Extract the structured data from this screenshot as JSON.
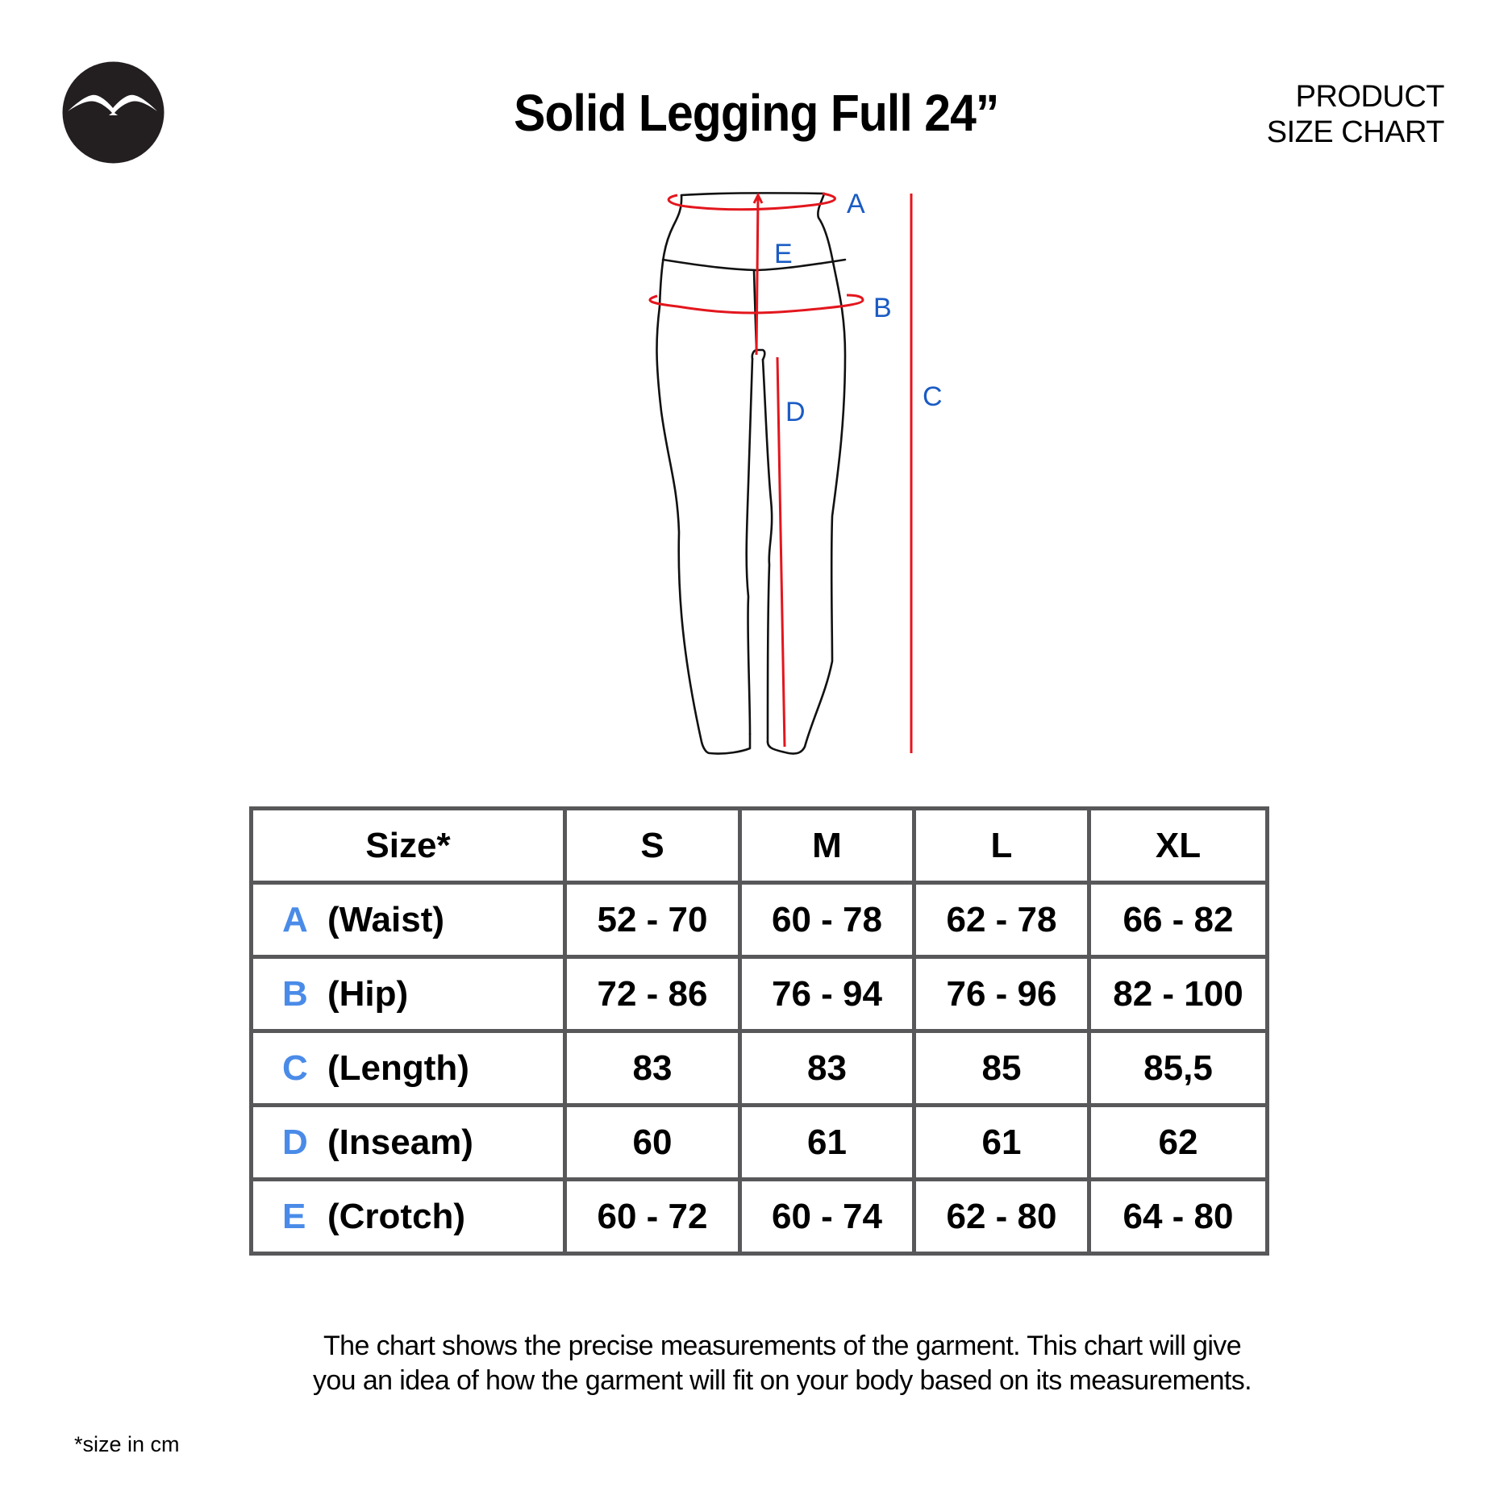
{
  "header": {
    "title": "Solid Legging Full 24”",
    "corner_line1": "PRODUCT",
    "corner_line2": "SIZE CHART",
    "logo_icon": "bird-in-circle-logo"
  },
  "diagram": {
    "labels": {
      "A": "A",
      "B": "B",
      "C": "C",
      "D": "D",
      "E": "E"
    },
    "label_color": "#1a5bc4",
    "measure_line_color": "#e3161d",
    "outline_color": "#111111"
  },
  "table": {
    "header": [
      "Size*",
      "S",
      "M",
      "L",
      "XL"
    ],
    "letter_color": "#4a8be8",
    "border_color": "#58585a",
    "rows": [
      {
        "letter": "A",
        "name": "(Waist)",
        "values": [
          "52 - 70",
          "60 - 78",
          "62 - 78",
          "66 - 82"
        ]
      },
      {
        "letter": "B",
        "name": "(Hip)",
        "values": [
          "72 - 86",
          "76 - 94",
          "76 - 96",
          "82 - 100"
        ]
      },
      {
        "letter": "C",
        "name": "(Length)",
        "values": [
          "83",
          "83",
          "85",
          "85,5"
        ]
      },
      {
        "letter": "D",
        "name": "(Inseam)",
        "values": [
          "60",
          "61",
          "61",
          "62"
        ]
      },
      {
        "letter": "E",
        "name": "(Crotch)",
        "values": [
          "60 - 72",
          "60 - 74",
          "62 - 80",
          "64 - 80"
        ]
      }
    ]
  },
  "note": "The chart  shows the precise measurements of the garment. This chart will give you an idea of how the garment will fit on your body based on its measurements.",
  "unit_note": "*size in cm"
}
